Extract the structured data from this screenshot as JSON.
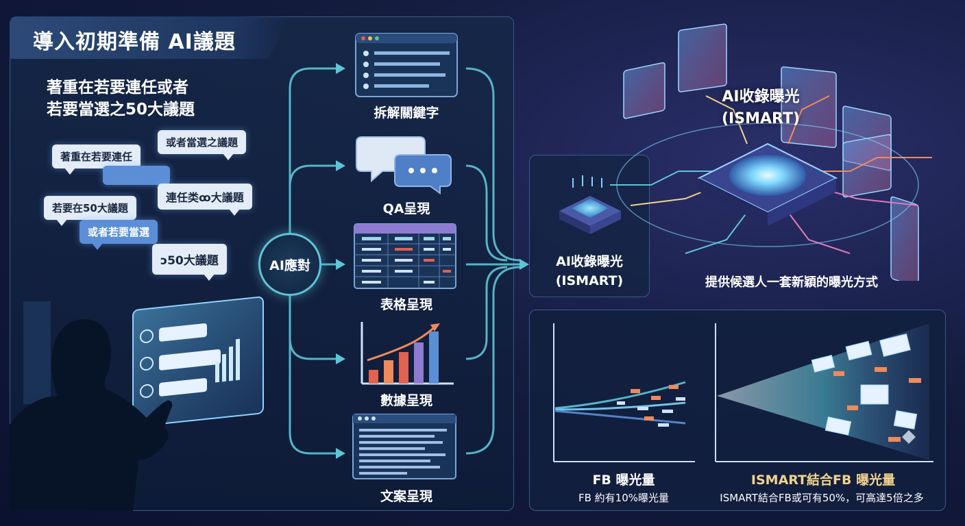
{
  "left": {
    "title": "導入初期準備 AI議題",
    "subtitle_lines": [
      "著重在若要連任或者",
      "若要當選之50大議題"
    ],
    "bubbles": [
      "著重在若要連任",
      "或者當選之議題",
      "連任类ꝏ大議題",
      "若要在50大議題",
      "或者若要當選",
      "ɔ50大議題"
    ]
  },
  "hub": {
    "label": "AI應對"
  },
  "outputs": [
    {
      "label": "拆解關鍵字",
      "icon": "document-list-icon"
    },
    {
      "label": "QA呈現",
      "icon": "chat-bubbles-icon"
    },
    {
      "label": "表格呈現",
      "icon": "table-icon"
    },
    {
      "label": "數據呈現",
      "icon": "bar-chart-icon"
    },
    {
      "label": "文案呈現",
      "icon": "text-document-icon"
    }
  ],
  "middle": {
    "label_lines": [
      "AI收錄曝光",
      "(ISMART)"
    ]
  },
  "right_top": {
    "label_lines": [
      "AI收錄曝光",
      "(ISMART)"
    ],
    "caption": "提供候選人一套新穎的曝光方式"
  },
  "right_bottom": {
    "left": {
      "title": "FB 曝光量",
      "desc": "FB 約有10%曝光量"
    },
    "right": {
      "title": "ISMART結合FB 曝光量",
      "desc": "ISMART結合FB或可有50%，可高達5倍之多"
    }
  },
  "colors": {
    "accent_teal": "#5cc6d6",
    "accent_gold": "#f2d38c",
    "panel_border": "#3d5a86",
    "bar_colors": [
      "#e0624f",
      "#f08a5a",
      "#8c7bd0",
      "#5b8ed6"
    ]
  }
}
